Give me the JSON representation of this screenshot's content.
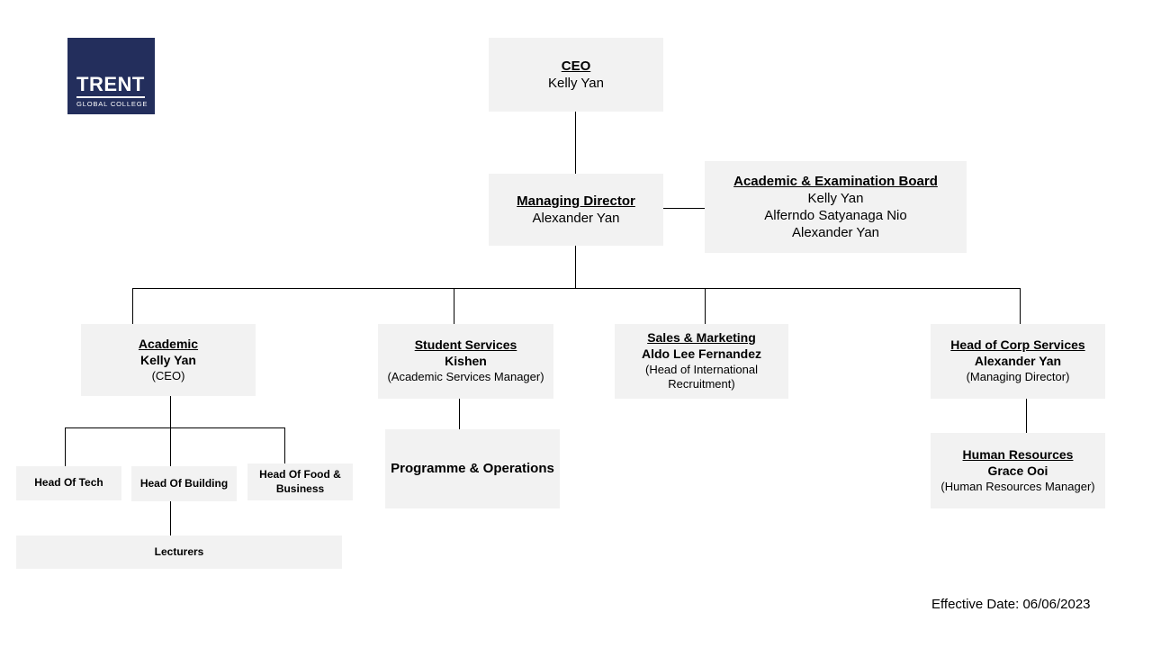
{
  "page": {
    "effective_date": "Effective Date: 06/06/2023"
  },
  "logo": {
    "brand": "TRENT",
    "subtitle": "GLOBAL COLLEGE"
  },
  "colors": {
    "page_bg": "#ffffff",
    "box_fill": "#f2f2f2",
    "line": "#000000",
    "text": "#000000",
    "logo_navy": "#232e5c",
    "logo_orange": "#f1582b"
  },
  "nodes": {
    "ceo": {
      "title": "CEO",
      "lines": [
        "Kelly Yan"
      ]
    },
    "managing_director": {
      "title": "Managing Director",
      "lines": [
        "Alexander Yan"
      ]
    },
    "board": {
      "title": "Academic & Examination Board",
      "lines": [
        "Kelly Yan",
        "Alferndo Satyanaga Nio",
        "Alexander Yan"
      ]
    },
    "academic": {
      "title": "Academic",
      "name": "Kelly Yan",
      "role": "(CEO)"
    },
    "student_services": {
      "title": "Student Services",
      "name": "Kishen",
      "role": "(Academic Services Manager)"
    },
    "sales_marketing": {
      "title": "Sales & Marketing",
      "name": "Aldo Lee Fernandez",
      "role": "(Head of International Recruitment)"
    },
    "corp_services": {
      "title": "Head of Corp Services",
      "name": "Alexander Yan",
      "role": "(Managing Director)"
    },
    "head_tech": {
      "title": "Head Of Tech"
    },
    "head_building": {
      "title": "Head Of Building"
    },
    "head_food": {
      "title": "Head Of Food & Business"
    },
    "lecturers": {
      "title": "Lecturers"
    },
    "programme_ops": {
      "title": "Programme & Operations"
    },
    "human_resources": {
      "title": "Human Resources",
      "name": "Grace Ooi",
      "role": "(Human Resources Manager)"
    }
  }
}
